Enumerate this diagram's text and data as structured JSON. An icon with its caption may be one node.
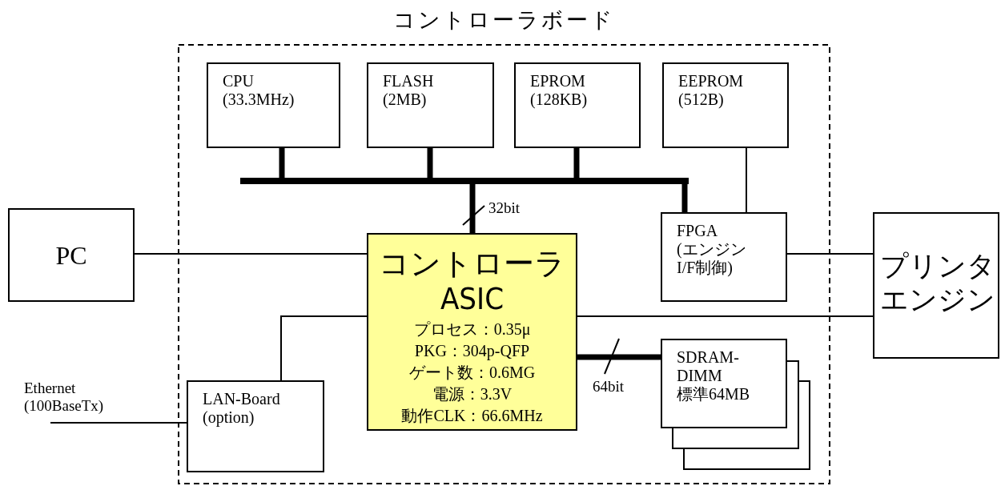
{
  "diagram": {
    "nodes": [
      {
        "text": [
          "コントローラボード"
        ]
      },
      {
        "text": [
          "CPU",
          "(33.3MHz)"
        ],
        "in": 0
      },
      {
        "text": [
          "FLASH",
          "(2MB)"
        ],
        "in": 0
      },
      {
        "text": [
          "EPROM",
          "(128KB)"
        ],
        "in": 0
      },
      {
        "text": [
          "EEPROM",
          "(512B)"
        ],
        "in": 0
      },
      {
        "text": [],
        "shape": "bar",
        "in": 0
      },
      {
        "text": [
          "FPGA",
          "(エンジン I/F制御)"
        ],
        "in": 0
      },
      {
        "text": [
          "コントローラ ASIC",
          "プロセス：0.35μ",
          "PKG：304p-QFP",
          "ゲート数：0.6MG",
          "電源：3.3V",
          "動作CLK：66.6MHz"
        ],
        "in": 0
      },
      {
        "text": [
          "LAN-Board",
          "(option)"
        ],
        "in": 0
      },
      {
        "text": [
          "SDRAM-DIMM",
          "標準64MB"
        ],
        "in": 0
      },
      {
        "text": [
          "PC"
        ]
      },
      {
        "text": [
          "プリンタエンジン"
        ]
      }
    ],
    "edges": [
      {
        "from": 1,
        "to": 5,
        "arrow": "none",
        "style": "thick"
      },
      {
        "from": 2,
        "to": 5,
        "arrow": "none",
        "style": "thick"
      },
      {
        "from": 3,
        "to": 5,
        "arrow": "none",
        "style": "thick"
      },
      {
        "from": 5,
        "to": 6,
        "arrow": "none",
        "style": "thick"
      },
      {
        "from": 5,
        "to": 7,
        "arrow": "none",
        "style": "thick",
        "label": "32bit"
      },
      {
        "from": 4,
        "to": 6,
        "arrow": "none"
      },
      {
        "from": 10,
        "to": 7,
        "arrow": "none"
      },
      {
        "from": 6,
        "to": 11,
        "arrow": "none"
      },
      {
        "from": 7,
        "to": 11,
        "arrow": "none"
      },
      {
        "from": 7,
        "to": 8,
        "arrow": "none"
      },
      {
        "from": 7,
        "to": 9,
        "arrow": "none",
        "style": "thick",
        "label": "64bit"
      },
      {
        "from": null,
        "to": 8,
        "arrow": "none",
        "label": "Ethernet (100BaseTx)"
      }
    ]
  }
}
